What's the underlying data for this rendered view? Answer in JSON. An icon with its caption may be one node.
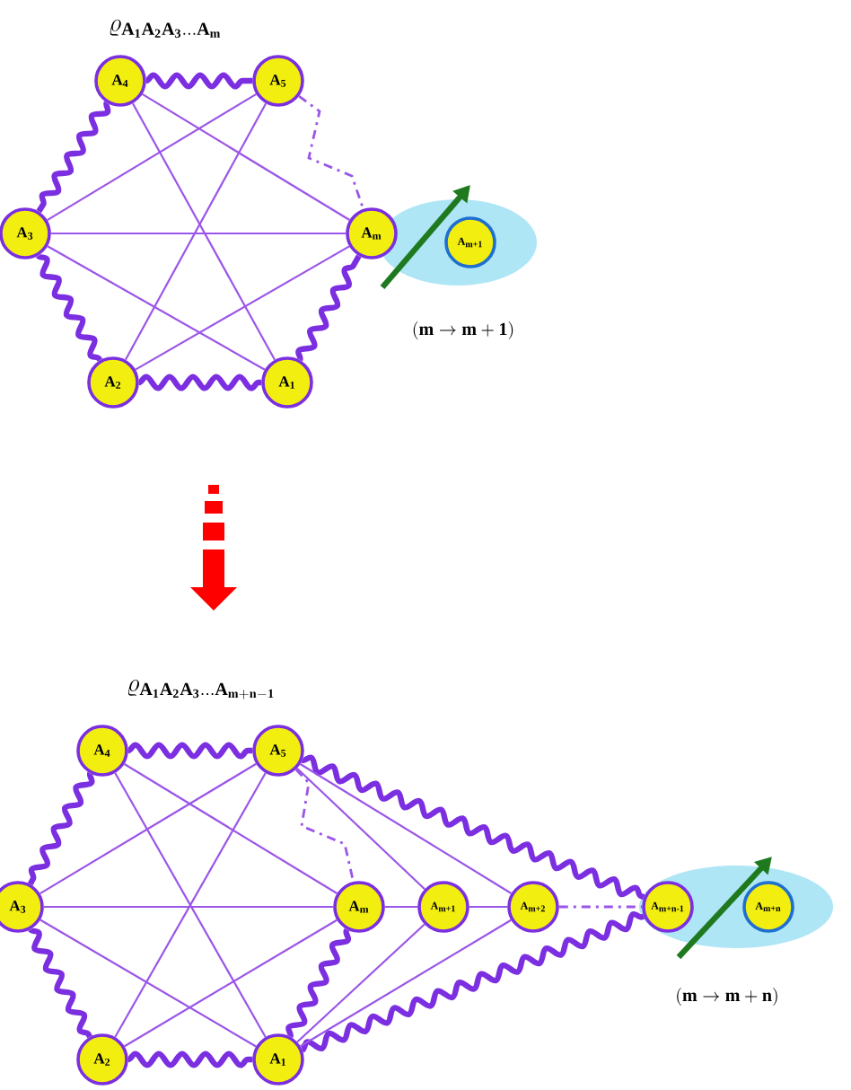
{
  "diagram": {
    "nodes": [
      {
        "text": [
          "A$_{4}$"
        ]
      },
      {
        "text": [
          "A$_{5}$"
        ]
      },
      {
        "text": [
          "A$_{3}$"
        ]
      },
      {
        "text": [
          "A$_{m}$"
        ]
      },
      {
        "text": [
          "A$_{2}$"
        ]
      },
      {
        "text": [
          "A$_{1}$"
        ]
      },
      {
        "text": [
          "A$_{m+1}$"
        ]
      },
      {
        "text": [
          "A$_{4}$"
        ]
      },
      {
        "text": [
          "A$_{5}$"
        ]
      },
      {
        "text": [
          "A$_{3}$"
        ]
      },
      {
        "text": [
          "A$_{m}$"
        ]
      },
      {
        "text": [
          "A$_{m+1}$"
        ]
      },
      {
        "text": [
          "A$_{m+2}$"
        ]
      },
      {
        "text": [
          "A$_{m+n-1}$"
        ]
      },
      {
        "text": [
          "A$_{m+n}$"
        ]
      },
      {
        "text": [
          "A$_{2}$"
        ]
      },
      {
        "text": [
          "A$_{1}$"
        ]
      }
    ],
    "edges": [
      {
        "from": 0,
        "to": 1,
        "arrow": "none",
        "style": "thick"
      },
      {
        "from": 0,
        "to": 2,
        "arrow": "none",
        "style": "thick"
      },
      {
        "from": 2,
        "to": 4,
        "arrow": "none",
        "style": "thick"
      },
      {
        "from": 4,
        "to": 5,
        "arrow": "none",
        "style": "thick"
      },
      {
        "from": 5,
        "to": 3,
        "arrow": "none",
        "style": "thick"
      },
      {
        "from": 1,
        "to": 3,
        "arrow": "none",
        "style": "dashed"
      },
      {
        "from": 0,
        "to": 5,
        "arrow": "none"
      },
      {
        "from": 0,
        "to": 3,
        "arrow": "none"
      },
      {
        "from": 1,
        "to": 2,
        "arrow": "none"
      },
      {
        "from": 1,
        "to": 4,
        "arrow": "none"
      },
      {
        "from": 2,
        "to": 3,
        "arrow": "none"
      },
      {
        "from": 2,
        "to": 5,
        "arrow": "none"
      },
      {
        "from": 4,
        "to": 3,
        "arrow": "none"
      },
      {
        "from": 7,
        "to": 8,
        "arrow": "none",
        "style": "thick"
      },
      {
        "from": 7,
        "to": 9,
        "arrow": "none",
        "style": "thick"
      },
      {
        "from": 9,
        "to": 15,
        "arrow": "none",
        "style": "thick"
      },
      {
        "from": 15,
        "to": 16,
        "arrow": "none",
        "style": "thick"
      },
      {
        "from": 16,
        "to": 10,
        "arrow": "none",
        "style": "thick"
      },
      {
        "from": 8,
        "to": 13,
        "arrow": "none",
        "style": "thick"
      },
      {
        "from": 16,
        "to": 13,
        "arrow": "none",
        "style": "thick"
      },
      {
        "from": 8,
        "to": 10,
        "arrow": "none",
        "style": "dashed"
      },
      {
        "from": 7,
        "to": 16,
        "arrow": "none"
      },
      {
        "from": 7,
        "to": 10,
        "arrow": "none"
      },
      {
        "from": 8,
        "to": 9,
        "arrow": "none"
      },
      {
        "from": 8,
        "to": 15,
        "arrow": "none"
      },
      {
        "from": 9,
        "to": 10,
        "arrow": "none"
      },
      {
        "from": 9,
        "to": 16,
        "arrow": "none"
      },
      {
        "from": 15,
        "to": 10,
        "arrow": "none"
      },
      {
        "from": 8,
        "to": 11,
        "arrow": "none"
      },
      {
        "from": 8,
        "to": 12,
        "arrow": "none"
      },
      {
        "from": 16,
        "to": 11,
        "arrow": "none"
      },
      {
        "from": 16,
        "to": 12,
        "arrow": "none"
      },
      {
        "from": 10,
        "to": 11,
        "arrow": "none"
      },
      {
        "from": 11,
        "to": 12,
        "arrow": "none"
      },
      {
        "from": 12,
        "to": 13,
        "arrow": "none",
        "style": "dashed"
      }
    ],
    "labels": [
      "\\varrho_{\\mathbf{A_1A_2A_3\\ldots A_m}}",
      "\\mathbf{(m\\rightarrow m+1)}",
      "\\varrho_{\\mathbf{A_1A_2A_3\\ldots A_{m+n-1}}}",
      "\\mathbf{(m\\rightarrow m+n)}"
    ]
  }
}
